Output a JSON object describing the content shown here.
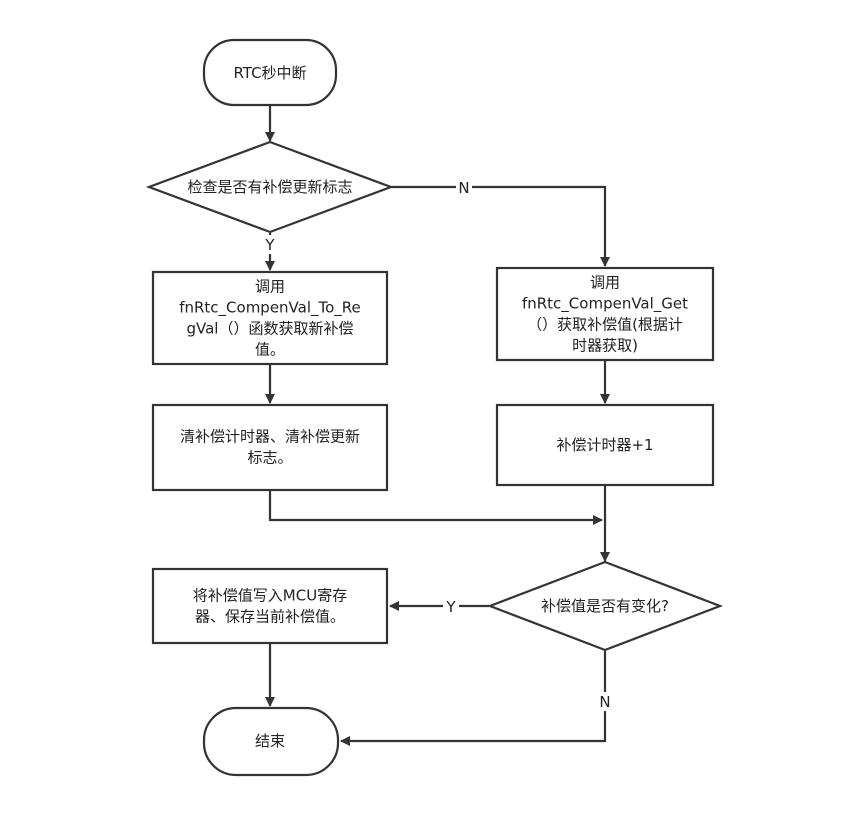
{
  "nodes": {
    "start": {
      "lines": [
        "RTC秒中断"
      ]
    },
    "check_flag": {
      "lines": [
        "检查是否有补偿更新标志"
      ]
    },
    "get_new_comp": {
      "lines": [
        "调用",
        "fnRtc_CompenVal_To_Re",
        "gVal（）函数获取新补偿",
        "值。"
      ]
    },
    "get_comp": {
      "lines": [
        "调用",
        "fnRtc_CompenVal_Get",
        "（）获取补偿值(根据计",
        "时器获取)"
      ]
    },
    "clear_timer": {
      "lines": [
        "清补偿计时器、清补偿更新",
        "标志。"
      ]
    },
    "timer_inc": {
      "lines": [
        "补偿计时器+1"
      ]
    },
    "comp_changed": {
      "lines": [
        "补偿值是否有变化?"
      ]
    },
    "write_mcu": {
      "lines": [
        "将补偿值写入MCU寄存",
        "器、保存当前补偿值。"
      ]
    },
    "end": {
      "lines": [
        "结束"
      ]
    }
  },
  "edges": {
    "check_yes": "Y",
    "check_no": "N",
    "changed_yes": "Y",
    "changed_no": "N"
  },
  "colors": {
    "stroke": "#333333",
    "fill": "#ffffff",
    "text": "#222222"
  }
}
